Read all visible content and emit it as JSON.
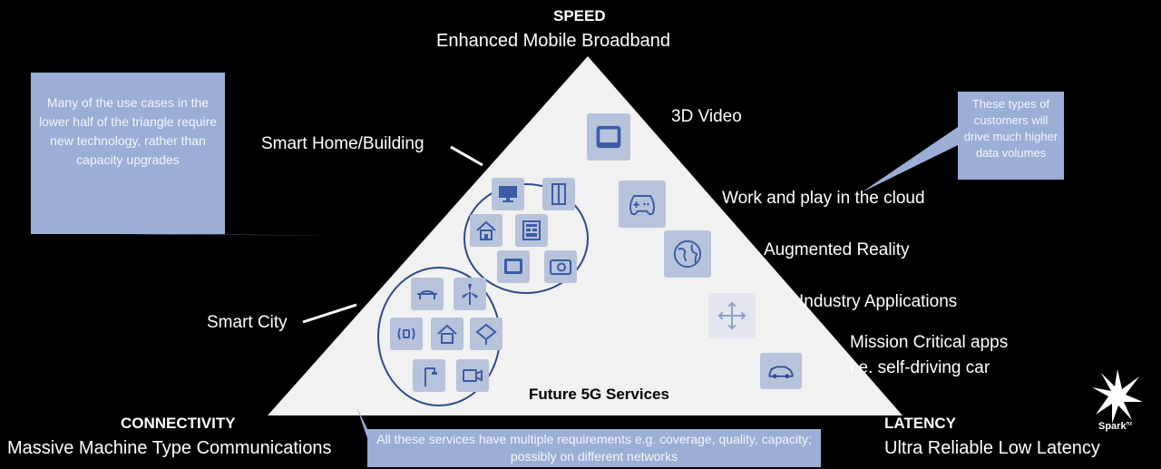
{
  "colors": {
    "background": "#000000",
    "triangle": "#f1f1f1",
    "callout": "#9aaed6",
    "circle_stroke": "#2e4a8c",
    "icon_fill": "#b7c3db",
    "icon_stroke": "#3b5ba5"
  },
  "apex": {
    "title": "SPEED",
    "subtitle": "Enhanced Mobile Broadband"
  },
  "corner_left": {
    "title": "CONNECTIVITY",
    "subtitle": "Massive Machine Type Communications"
  },
  "corner_right": {
    "title": "LATENCY",
    "subtitle": "Ultra Reliable Low Latency"
  },
  "center_label": "Future 5G Services",
  "labels": {
    "smart_home": "Smart Home/Building",
    "smart_city": "Smart City",
    "video_3d": "3D Video",
    "work_play": "Work and play in the cloud",
    "augmented": "Augmented Reality",
    "industry": "Industry Applications",
    "mission_line1": "Mission Critical apps",
    "mission_line2": "i.e. self-driving car"
  },
  "callouts": {
    "left": "Many of the use cases in the lower half of the triangle require new technology, rather than capacity upgrades",
    "right": "These types of customers will drive much higher data volumes",
    "bottom": "All these services have multiple requirements e.g. coverage, quality, capacity; possibly on different networks"
  },
  "logo": {
    "text": "Spark",
    "mark": "nz"
  },
  "icons": {
    "smart_home": [
      "monitor-icon",
      "door-icon",
      "home-icon",
      "panel-icon",
      "tablet-icon",
      "camera-icon"
    ],
    "smart_city": [
      "bridge-icon",
      "wind-turbine-icon",
      "signal-icon",
      "home-icon",
      "kite-icon",
      "streetlight-icon",
      "video-camera-icon"
    ],
    "right_side": [
      "tablet-icon",
      "gamepad-icon",
      "globe-icon",
      "arrows-icon",
      "car-icon"
    ]
  }
}
